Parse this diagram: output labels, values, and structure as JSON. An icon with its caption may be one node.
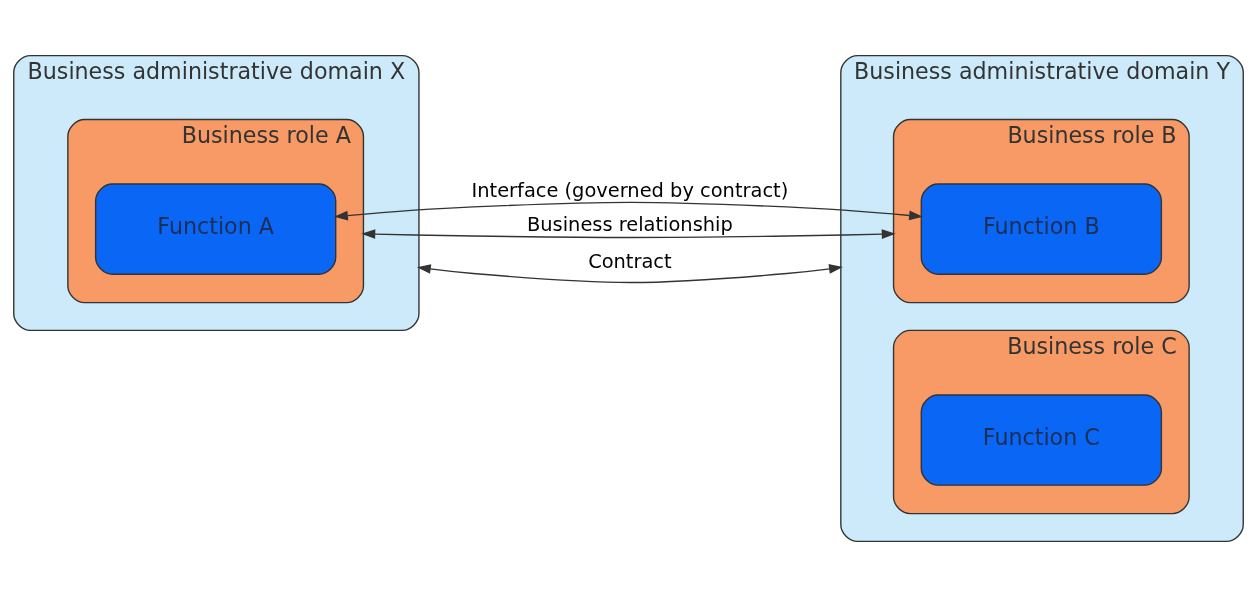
{
  "diagram": {
    "nodes": [
      {
        "text": [
          "Business administrative domain X"
        ]
      },
      {
        "text": [
          "Business role A"
        ],
        "in": 0
      },
      {
        "text": [
          "Function A"
        ],
        "in": 1
      },
      {
        "text": [
          "Business administrative domain Y"
        ]
      },
      {
        "text": [
          "Business role B"
        ],
        "in": 3
      },
      {
        "text": [
          "Function B"
        ],
        "in": 4
      },
      {
        "text": [
          "Business role C"
        ],
        "in": 3
      },
      {
        "text": [
          "Function C"
        ],
        "in": 6
      }
    ],
    "edges": [
      {
        "from": 2,
        "to": 5,
        "arrow": "both",
        "label": "Interface (governed by contract)"
      },
      {
        "from": 1,
        "to": 4,
        "arrow": "both",
        "label": "Business relationship"
      },
      {
        "from": 0,
        "to": 3,
        "arrow": "both",
        "label": "Contract"
      }
    ]
  }
}
